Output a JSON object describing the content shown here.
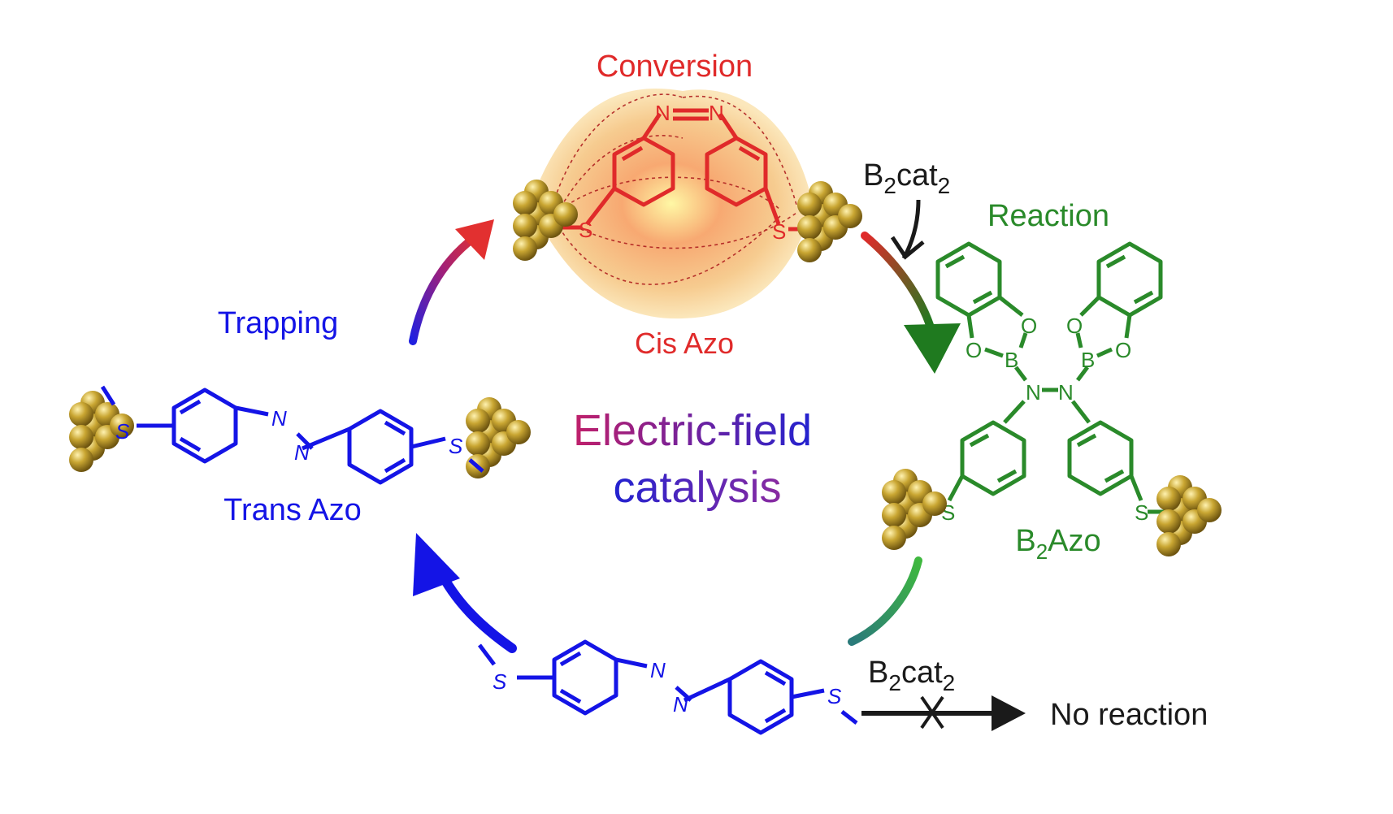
{
  "colors": {
    "blue": "#1414e6",
    "red": "#e02a2a",
    "green": "#2a8a2a",
    "black": "#1a1a1a",
    "gold": "#b8962a"
  },
  "labels": {
    "conversion": "Conversion",
    "cis_azo": "Cis Azo",
    "trapping": "Trapping",
    "trans_azo": "Trans Azo",
    "reaction": "Reaction",
    "b2azo_main": "B",
    "b2azo_sub": "2",
    "b2azo_tail": "Azo",
    "reagent_main": "B",
    "reagent_sub": "2",
    "reagent_mid": "cat",
    "reagent_sub2": "2",
    "no_reaction": "No reaction",
    "center_line1": "Electric-field",
    "center_line2": "catalysis"
  },
  "atoms": {
    "S": "S",
    "N": "N",
    "O": "O",
    "B": "B"
  }
}
